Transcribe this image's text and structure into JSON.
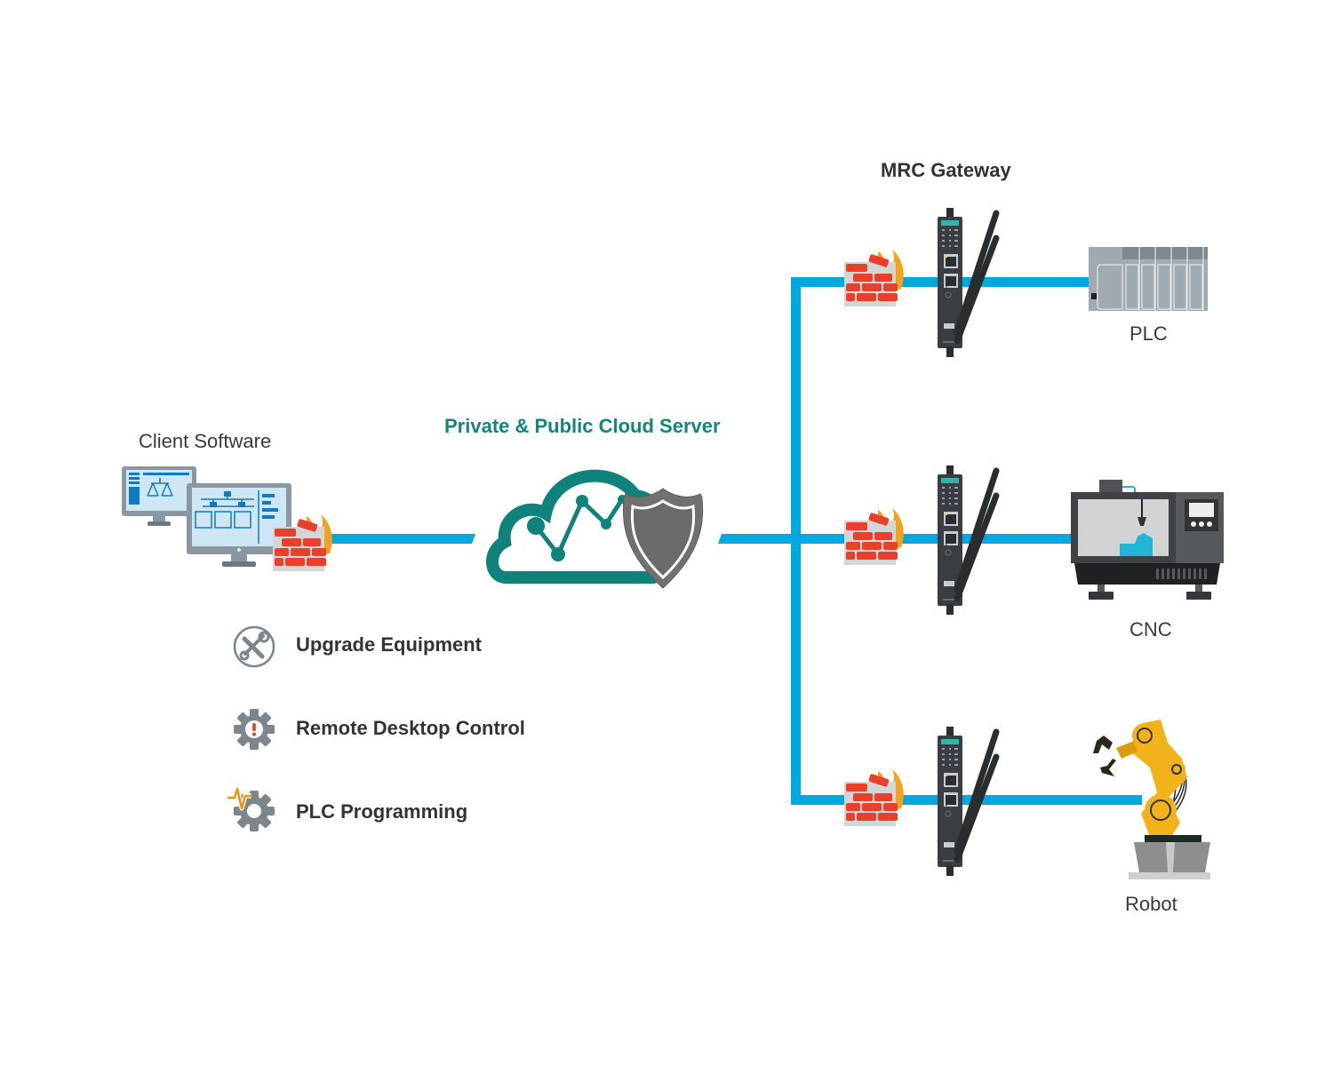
{
  "colors": {
    "link": "#00a8e0",
    "cloud": "#0f837b",
    "cloud_title": "#12857d",
    "shield": "#707070",
    "brick": "#e8402a",
    "flame": "#f5a21b",
    "text": "#333333",
    "icon_gray": "#7c868d",
    "alert": "#e03c22",
    "pulse": "#f39200"
  },
  "client": {
    "label": "Client Software",
    "icon": "monitor-icon"
  },
  "cloud": {
    "title": "Private & Public Cloud Server",
    "icon": "cloud-shield-icon"
  },
  "gateway": {
    "title": "MRC Gateway",
    "icon": "gateway-device-icon"
  },
  "devices": [
    {
      "label": "PLC",
      "icon": "plc-icon"
    },
    {
      "label": "CNC",
      "icon": "cnc-machine-icon"
    },
    {
      "label": "Robot",
      "icon": "robot-arm-icon"
    }
  ],
  "features": [
    {
      "label": "Upgrade Equipment",
      "icon": "tools-icon"
    },
    {
      "label": "Remote Desktop Control",
      "icon": "gear-alert-icon"
    },
    {
      "label": "PLC Programming",
      "icon": "gear-pulse-icon"
    }
  ]
}
